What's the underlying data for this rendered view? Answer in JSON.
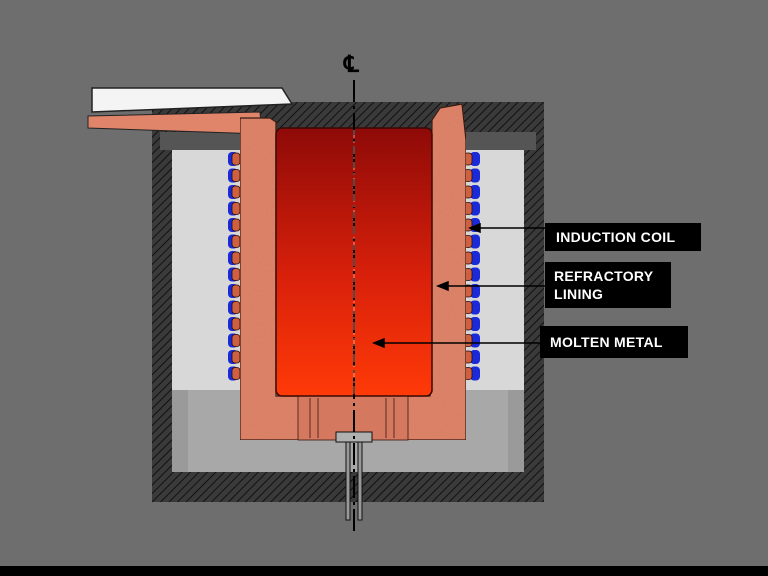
{
  "labels": {
    "induction_coil": "INDUCTION COIL",
    "refractory_line1": "REFRACTORY",
    "refractory_line2": "LINING",
    "molten_metal": "MOLTEN METAL",
    "centerline_symbol": "℄"
  },
  "colors": {
    "background": "#6e6e6e",
    "refractory": "#e0856a",
    "molten_top": "#8e0a08",
    "molten_bottom": "#ff3a08",
    "coil_copper": "#cc6040",
    "coil_blue": "#1a2ad8",
    "housing_dark": "#3a3a3a",
    "housing_light": "#d8d8d8",
    "label_bg": "#000000",
    "label_text": "#ffffff"
  }
}
